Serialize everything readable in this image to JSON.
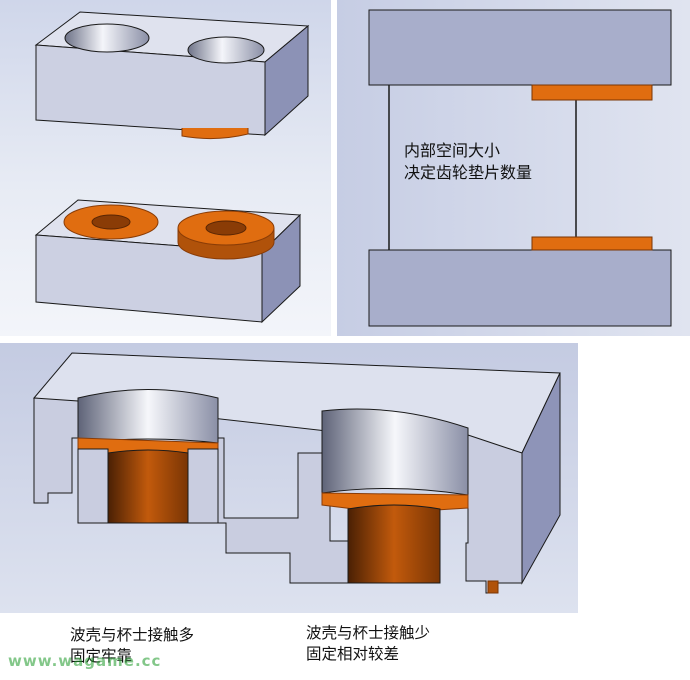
{
  "captions": {
    "inner_space": "内部空间大小\n决定齿轮垫片数量",
    "left_hole": "波壳与杯士接触多\n固定牢靠",
    "right_hole": "波壳与杯士接触少\n固定相对较差"
  },
  "watermark": "www.wagame.cc",
  "colors": {
    "block_face": "#d3d7e6",
    "block_dark": "#8e94b8",
    "washer": "#e06d10",
    "washer_dark": "#8a3c06",
    "outline": "#1a1a1a"
  }
}
